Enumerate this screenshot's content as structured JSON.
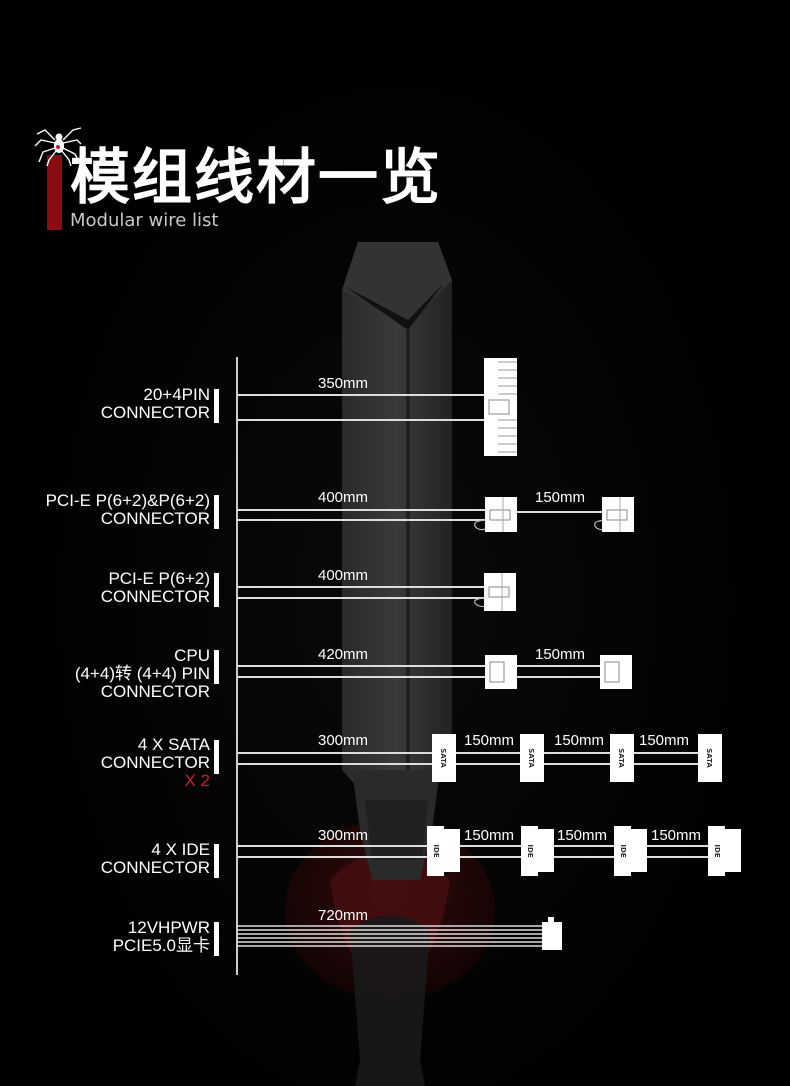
{
  "title": {
    "zh": "模组线材一览",
    "en": "Modular wire list"
  },
  "cables": [
    {
      "id": "atx",
      "label_lines": [
        "20+4PIN",
        "CONNECTOR"
      ],
      "lengths": [
        "350mm"
      ]
    },
    {
      "id": "pcie2",
      "label_lines": [
        "PCI-E P(6+2)&P(6+2)",
        "CONNECTOR"
      ],
      "lengths": [
        "400mm",
        "150mm"
      ]
    },
    {
      "id": "pcie1",
      "label_lines": [
        "PCI-E P(6+2)",
        "CONNECTOR"
      ],
      "lengths": [
        "400mm"
      ]
    },
    {
      "id": "cpu",
      "label_lines": [
        "CPU",
        "(4+4)转 (4+4) PIN",
        "CONNECTOR"
      ],
      "lengths": [
        "420mm",
        "150mm"
      ]
    },
    {
      "id": "sata",
      "label_lines": [
        "4 X SATA",
        "CONNECTOR"
      ],
      "multiplier": "X 2",
      "lengths": [
        "300mm",
        "150mm",
        "150mm",
        "150mm"
      ],
      "connector_text": "SATA"
    },
    {
      "id": "ide",
      "label_lines": [
        "4 X IDE",
        "CONNECTOR"
      ],
      "lengths": [
        "300mm",
        "150mm",
        "150mm",
        "150mm"
      ],
      "connector_text": "IDE"
    },
    {
      "id": "12vhpwr",
      "label_lines": [
        "12VHPWR",
        "PCIE5.0显卡"
      ],
      "lengths": [
        "720mm"
      ]
    }
  ],
  "colors": {
    "accent_red": "#8a0c10",
    "multiplier_red": "#d21b22",
    "cable": "#ffffff",
    "background": "#000000"
  },
  "icons": {
    "logo": "spider-icon"
  }
}
